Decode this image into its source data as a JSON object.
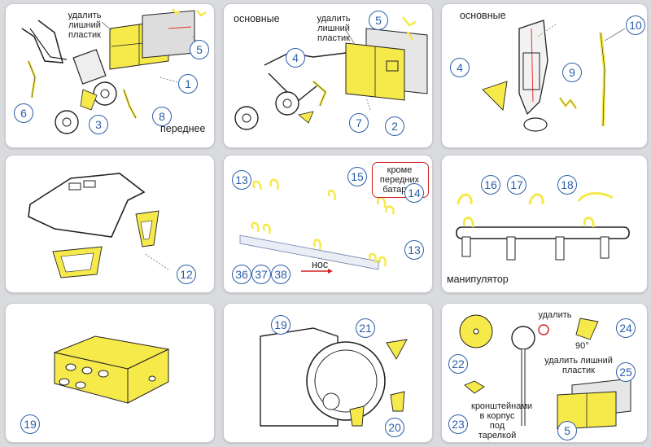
{
  "colors": {
    "part_yellow": "#f6e94a",
    "callout_blue": "#2c5ea8",
    "outline": "#222222",
    "arrow_red": "#d02020"
  },
  "panels": [
    {
      "labels": {
        "remove_excess": "удалить лишний пластик",
        "front": "переднее"
      },
      "callouts": [
        "6",
        "3",
        "8",
        "1",
        "5"
      ]
    },
    {
      "labels": {
        "main": "основные",
        "remove_excess": "удалить лишний пластик"
      },
      "callouts": [
        "5",
        "4",
        "7",
        "2"
      ]
    },
    {
      "labels": {
        "main": "основные"
      },
      "callouts": [
        "10",
        "4",
        "9"
      ]
    },
    {
      "labels": {},
      "callouts": [
        "12"
      ]
    },
    {
      "labels": {
        "except_front": "кроме передних батарей",
        "bow": "нос"
      },
      "callouts": [
        "13",
        "15",
        "14",
        "13",
        "36",
        "37",
        "38"
      ]
    },
    {
      "labels": {
        "manipulator": "манипулятор"
      },
      "callouts": [
        "16",
        "17",
        "18"
      ]
    },
    {
      "labels": {},
      "callouts": [
        "19"
      ]
    },
    {
      "labels": {},
      "callouts": [
        "19",
        "21",
        "20"
      ]
    },
    {
      "labels": {
        "remove": "удалить",
        "angle": "90°",
        "remove_excess": "удалить лишний пластик",
        "brackets": "кронштейнами в корпус под тарелкой"
      },
      "callouts": [
        "24",
        "22",
        "25",
        "23",
        "5"
      ]
    }
  ]
}
